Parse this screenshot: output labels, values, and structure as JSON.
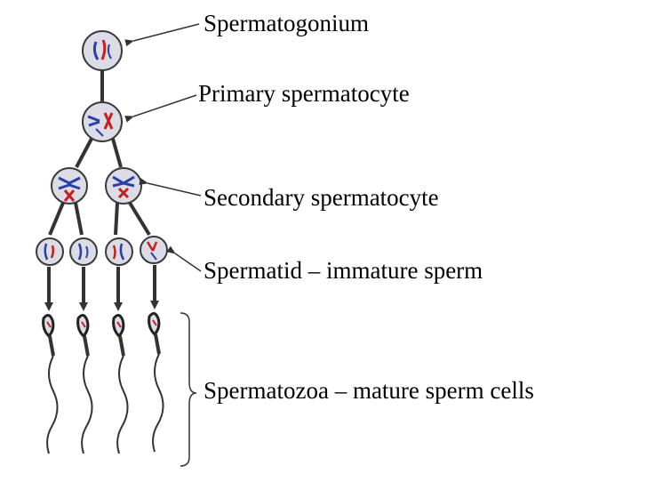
{
  "labels": {
    "spermatogonium": "Spermatogonium",
    "primary": "Primary spermatocyte",
    "secondary": "Secondary spermatocyte",
    "spermatid": "Spermatid – immature sperm",
    "spermatozoa": "Spermatozoa – mature sperm cells"
  },
  "colors": {
    "cell_fill": "#dcdce6",
    "cell_stroke": "#3a3a3a",
    "chromosome_blue": "#2a3fa8",
    "chromosome_red": "#c4201e",
    "line": "#333333"
  }
}
